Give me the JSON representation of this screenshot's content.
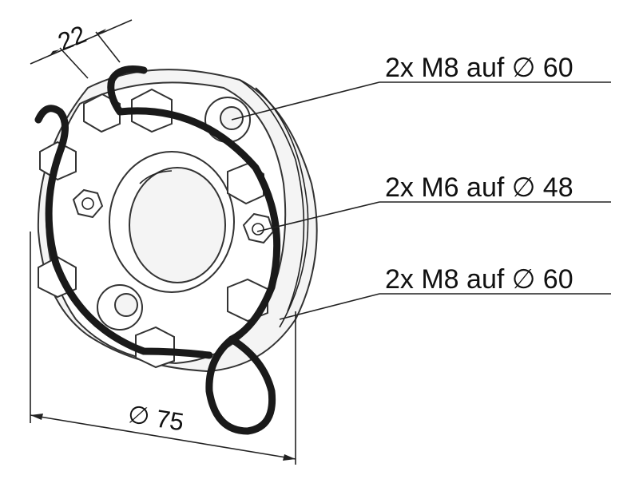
{
  "callouts": [
    {
      "text": "2x M8 auf ∅ 60"
    },
    {
      "text": "2x M6 auf ∅ 48"
    },
    {
      "text": "2x M8 auf ∅ 60"
    }
  ],
  "dimensions": {
    "width": "22",
    "diameter": "∅ 75"
  },
  "colors": {
    "line": "#222222",
    "spring": "#1a1a1a",
    "background": "#ffffff"
  }
}
